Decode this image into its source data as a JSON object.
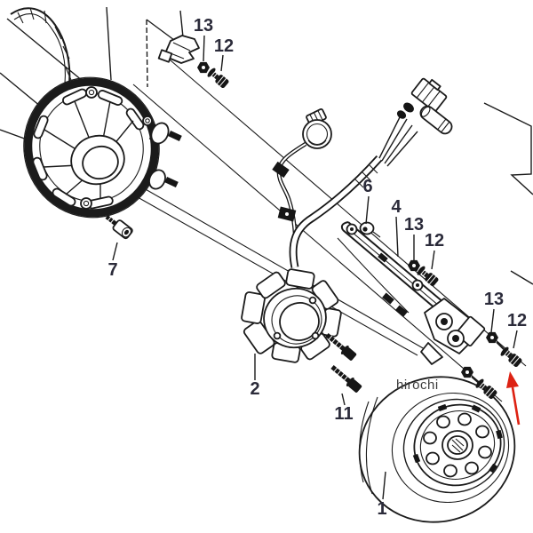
{
  "diagram": {
    "watermark": "hirochi",
    "callouts": [
      {
        "part": "nut-top",
        "text": "13"
      },
      {
        "part": "bolt-top",
        "text": "12"
      },
      {
        "part": "flange-bolt",
        "text": "7"
      },
      {
        "part": "stator",
        "text": "2"
      },
      {
        "part": "stator-bolts",
        "text": "11"
      },
      {
        "part": "wire-clamp",
        "text": "6"
      },
      {
        "part": "pickup-bracket",
        "text": "4"
      },
      {
        "part": "nut-mid",
        "text": "13"
      },
      {
        "part": "bolt-mid",
        "text": "12"
      },
      {
        "part": "nut-right",
        "text": "13"
      },
      {
        "part": "bolt-right",
        "text": "12"
      },
      {
        "part": "flywheel-rotor",
        "text": "1"
      }
    ],
    "colors": {
      "line": "#1b1b1b",
      "label": "#2b2b3a",
      "arrow": "#dd2213",
      "watermark": "#3c3c3c",
      "background": "#ffffff"
    }
  }
}
